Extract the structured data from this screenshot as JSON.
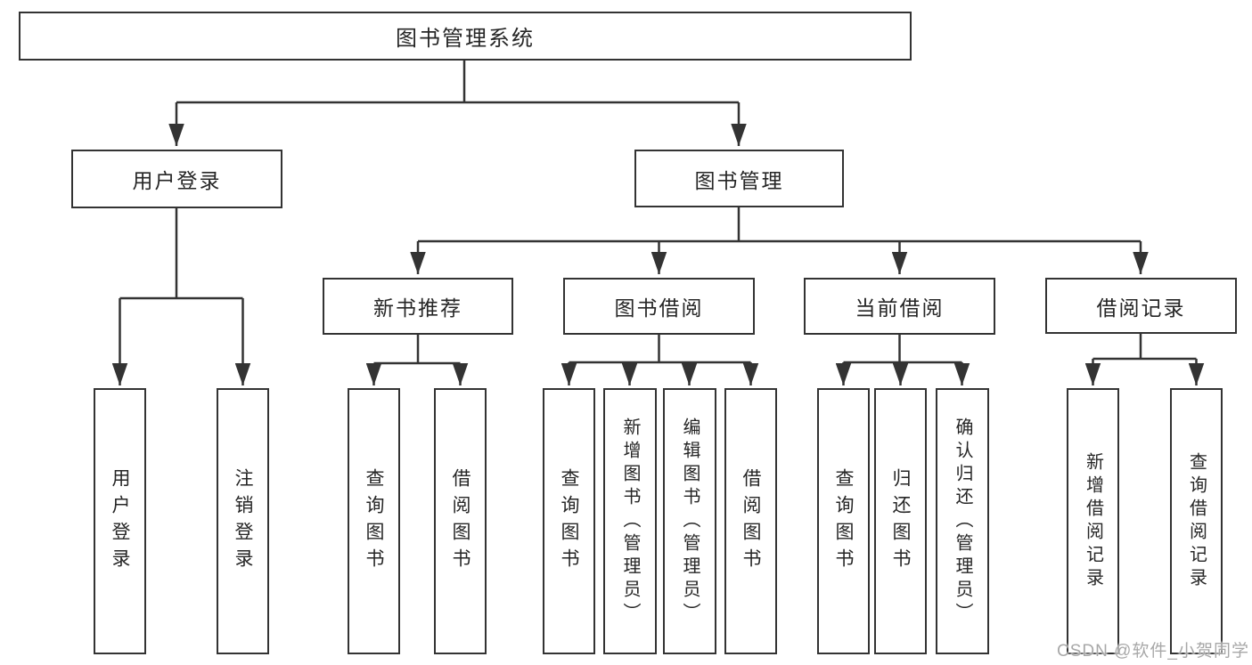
{
  "diagram": {
    "root": {
      "label": "图书管理系统",
      "children": [
        {
          "label": "用户登录",
          "children": [
            {
              "label": "用户登录"
            },
            {
              "label": "注销登录"
            }
          ]
        },
        {
          "label": "图书管理",
          "children": [
            {
              "label": "新书推荐",
              "children": [
                {
                  "label": "查询图书"
                },
                {
                  "label": "借阅图书"
                }
              ]
            },
            {
              "label": "图书借阅",
              "children": [
                {
                  "label": "查询图书"
                },
                {
                  "label": "新增图书（管理员）"
                },
                {
                  "label": "编辑图书（管理员）"
                },
                {
                  "label": "借阅图书"
                }
              ]
            },
            {
              "label": "当前借阅",
              "children": [
                {
                  "label": "查询图书"
                },
                {
                  "label": "归还图书"
                },
                {
                  "label": "确认归还（管理员）"
                }
              ]
            },
            {
              "label": "借阅记录",
              "children": [
                {
                  "label": "新增借阅记录"
                },
                {
                  "label": "查询借阅记录"
                }
              ]
            }
          ]
        }
      ]
    },
    "watermark": "CSDN @软件_小贺同学",
    "colors": {
      "line": "#333333",
      "border": "#333333",
      "text": "#262626",
      "watermark": "#a8a8a8",
      "background": "#ffffff"
    }
  }
}
